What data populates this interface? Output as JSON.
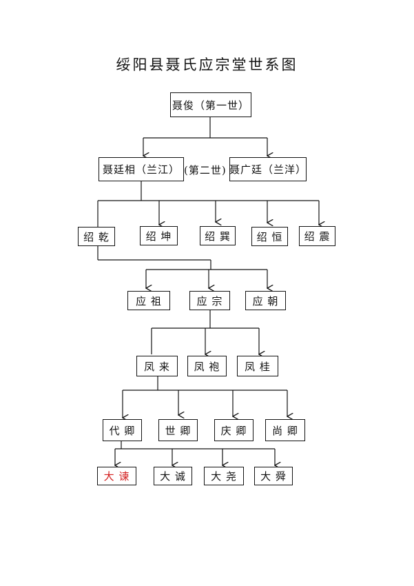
{
  "title": "绥阳县聂氏应宗堂世系图",
  "gen1": {
    "name": "聂俊（第一世）"
  },
  "gen2": {
    "left": "聂廷相（兰江）",
    "label": "(第二世)",
    "right": "聂广廷（兰洋）"
  },
  "gen3": [
    "绍 乾",
    "绍 坤",
    "绍 巽",
    "绍 恒",
    "绍 震"
  ],
  "gen4": [
    "应 祖",
    "应 宗",
    "应 朝"
  ],
  "gen5": [
    "凤 来",
    "凤 袍",
    "凤 桂"
  ],
  "gen6": [
    "代 卿",
    "世 卿",
    "庆 卿",
    "尚 卿"
  ],
  "gen7": [
    "大 谏",
    "大 诚",
    "大 尧",
    "大 舜"
  ],
  "highlight_color": "#d21c1c"
}
